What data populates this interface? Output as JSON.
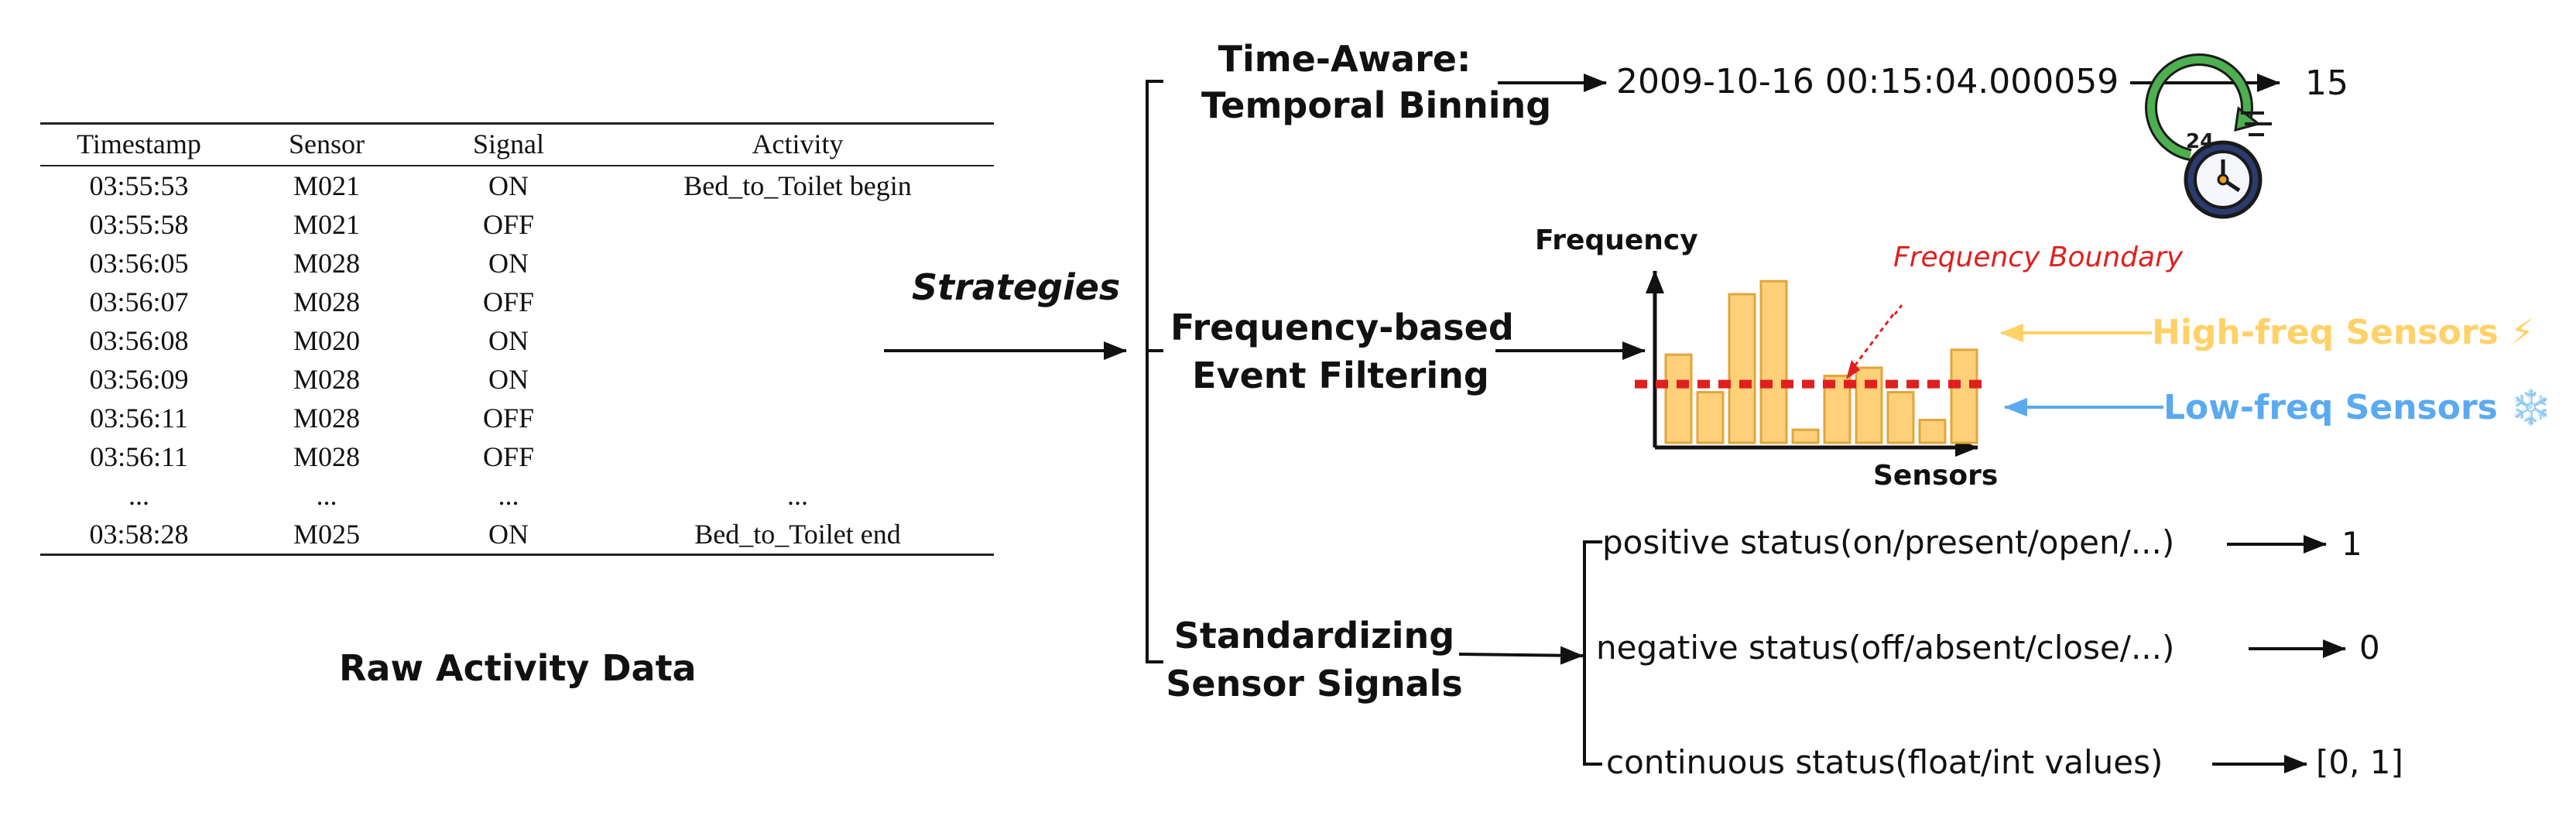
{
  "raw_table": {
    "columns": [
      "Timestamp",
      "Sensor",
      "Signal",
      "Activity"
    ],
    "rows": [
      [
        "03:55:53",
        "M021",
        "ON",
        "Bed_to_Toilet begin"
      ],
      [
        "03:55:58",
        "M021",
        "OFF",
        ""
      ],
      [
        "03:56:05",
        "M028",
        "ON",
        ""
      ],
      [
        "03:56:07",
        "M028",
        "OFF",
        ""
      ],
      [
        "03:56:08",
        "M020",
        "ON",
        ""
      ],
      [
        "03:56:09",
        "M028",
        "ON",
        ""
      ],
      [
        "03:56:11",
        "M028",
        "OFF",
        ""
      ],
      [
        "03:56:11",
        "M028",
        "OFF",
        ""
      ],
      [
        "...",
        "...",
        "...",
        "..."
      ],
      [
        "03:58:28",
        "M025",
        "ON",
        "Bed_to_Toilet end"
      ]
    ],
    "caption": "Raw Activity Data"
  },
  "strategies_label": "Strategies",
  "time_aware": {
    "title_line1": "Time-Aware:",
    "title_line2": "Temporal Binning",
    "input": "2009-10-16 00:15:04.000059",
    "output": "15",
    "icon": "clock-24-icon",
    "clock_number": "24"
  },
  "frequency_filter": {
    "title_line1": "Frequency-based",
    "title_line2": "Event Filtering",
    "boundary_label": "Frequency Boundary",
    "high_label": "High-freq Sensors ⚡",
    "low_label": "Low-freq Sensors ❄️",
    "colors": {
      "bar_fill": "#ffd07a",
      "bar_stroke": "#e0a63c",
      "boundary": "#e0201e",
      "high": "#ffd166",
      "low": "#5aaaf0"
    }
  },
  "standardize": {
    "title_line1": "Standardizing",
    "title_line2": "Sensor Signals",
    "mappings": [
      {
        "status": "positive status(on/present/open/...)",
        "value": "1"
      },
      {
        "status": "negative status(off/absent/close/...)",
        "value": "0"
      },
      {
        "status": "continuous status(float/int values)",
        "value": "[0, 1]"
      }
    ]
  },
  "chart_data": {
    "type": "bar",
    "title": "",
    "xlabel": "Sensors",
    "ylabel": "Frequency",
    "categories": [],
    "values": [
      0.54,
      0.31,
      0.91,
      0.99,
      0.08,
      0.41,
      0.46,
      0.31,
      0.14,
      0.57
    ],
    "ylim": [
      0,
      1.1
    ],
    "threshold": 0.36,
    "threshold_label": "Frequency Boundary",
    "grid": false,
    "legend": "none"
  }
}
